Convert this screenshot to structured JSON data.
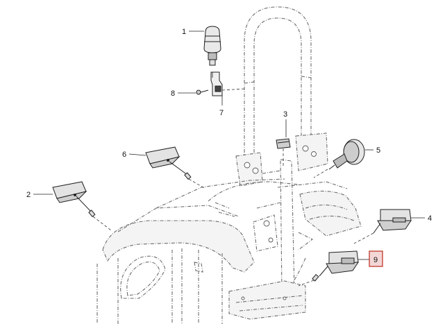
{
  "callouts": [
    {
      "id": "1",
      "label": "1"
    },
    {
      "id": "2",
      "label": "2"
    },
    {
      "id": "3",
      "label": "3"
    },
    {
      "id": "4",
      "label": "4"
    },
    {
      "id": "5",
      "label": "5"
    },
    {
      "id": "6",
      "label": "6"
    },
    {
      "id": "7",
      "label": "7"
    },
    {
      "id": "8",
      "label": "8"
    },
    {
      "id": "9",
      "label": "9"
    }
  ],
  "highlight": {
    "callout": "9",
    "color": "#c0392b",
    "fill": "#f3d6d6"
  }
}
